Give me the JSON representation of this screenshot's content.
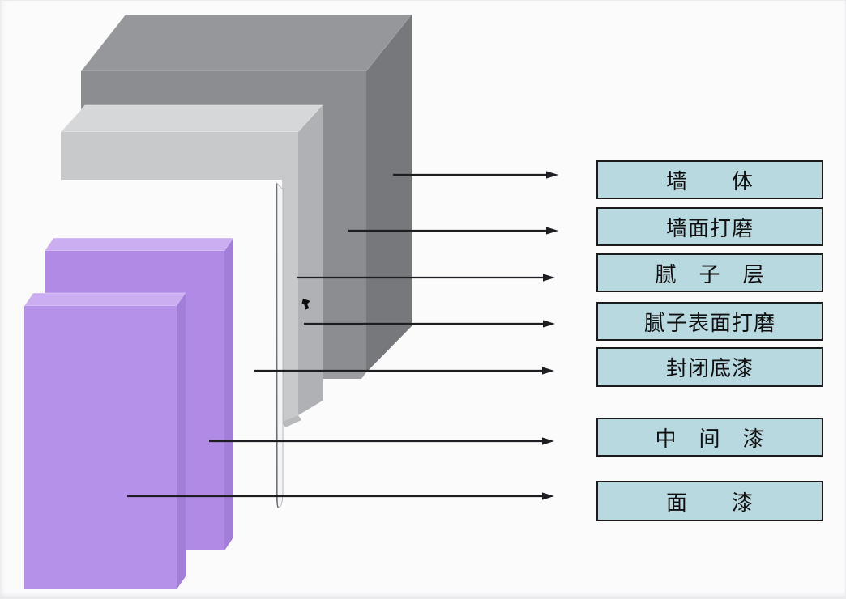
{
  "diagram": {
    "labels": [
      {
        "id": "wall-body",
        "text": "墙　　体"
      },
      {
        "id": "wall-surface-sanding",
        "text": "墙面打磨"
      },
      {
        "id": "putty-layer",
        "text": "腻　子　层"
      },
      {
        "id": "putty-surface-sanding",
        "text": "腻子表面打磨"
      },
      {
        "id": "sealing-primer",
        "text": "封闭底漆"
      },
      {
        "id": "intermediate-paint",
        "text": "中　间　漆"
      },
      {
        "id": "topcoat",
        "text": "面　　漆"
      }
    ]
  },
  "colors": {
    "background": "#fbfbfc",
    "ink": "#1e1e22",
    "label_box_fill": "#b9d9e1",
    "label_box_border": "#1b1b1b",
    "label_text": "#101010",
    "wall_top": "#95979a",
    "wall_front": "#8b8d90",
    "wall_side": "#76787c",
    "wall_bottom": "#9b9da0",
    "sanding_top": "#d6d7d9",
    "sanding_front": "#c7c9cb",
    "sanding_side": "#afb1b4",
    "sanding_bottom": "#b7b9bb",
    "slab_fill": "#f3f4f6",
    "slab_edge": "#707176",
    "slab_soft_edge": "#a9aaae",
    "purple_top": "#cbaef2",
    "purple_front": "#b591e9",
    "purple_front_back_block": "#b08ae5",
    "purple_side": "#a37ed8"
  }
}
